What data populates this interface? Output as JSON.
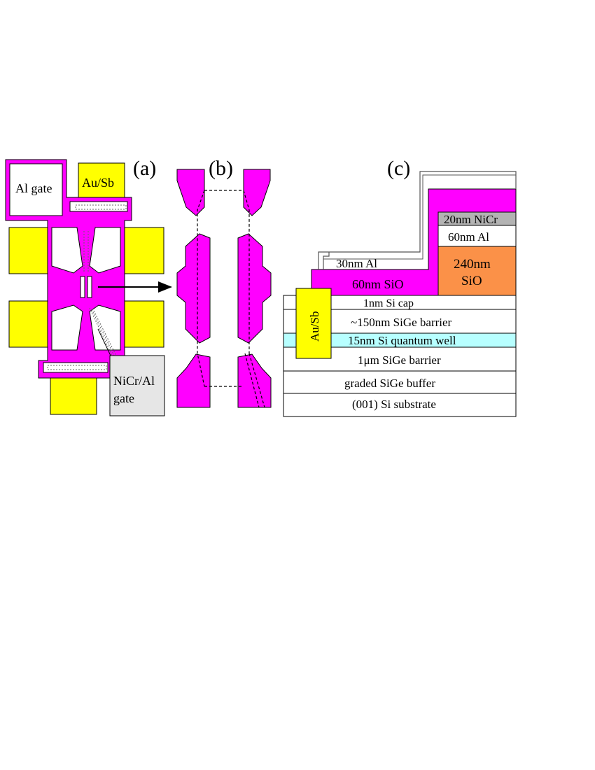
{
  "panels": {
    "a": {
      "label": "(a)",
      "al_gate": "Al gate",
      "au_sb": "Au/Sb",
      "nicr_gate_line1": "NiCr/Al",
      "nicr_gate_line2": "gate"
    },
    "b": {
      "label": "(b)"
    },
    "c": {
      "label": "(c)",
      "layers": {
        "nicr": "20nm NiCr",
        "al60": "60nm Al",
        "sio240_line1": "240nm",
        "sio240_line2": "SiO",
        "al30": "30nm Al",
        "sio60": "60nm SiO",
        "si_cap": "1nm Si cap",
        "sige_barrier_top": "~150nm SiGe barrier",
        "quantum_well": "15nm Si quantum well",
        "sige_barrier_bottom": "1μm SiGe barrier",
        "graded_buffer": "graded SiGe buffer",
        "substrate": "(001) Si substrate",
        "contact": "Au/Sb"
      }
    }
  },
  "colors": {
    "magenta": "#ff00ff",
    "yellow": "#ffff00",
    "orange": "#fb9148",
    "gray": "#b3b3b3",
    "light_gray": "#e6e6e6",
    "cyan": "#b7ffff",
    "outline": "#000000"
  }
}
